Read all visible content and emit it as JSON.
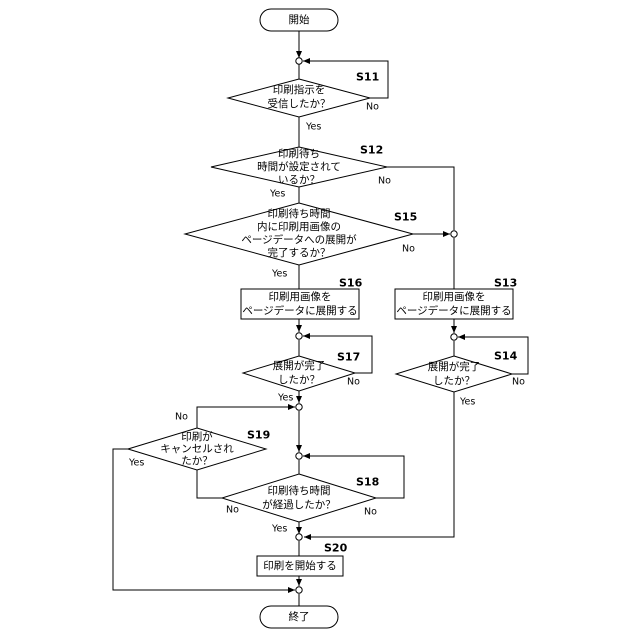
{
  "nodes": {
    "start": "開始",
    "end": "終了",
    "s11": [
      "印刷指示を",
      "受信したか？"
    ],
    "s12": [
      "印刷待ち",
      "時間が設定されて",
      "いるか？"
    ],
    "s15": [
      "印刷待ち時間",
      "内に印刷用画像の",
      "ページデータへの展開が",
      "完了するか？"
    ],
    "s16": [
      "印刷用画像を",
      "ページデータに展開する"
    ],
    "s13": [
      "印刷用画像を",
      "ページデータに展開する"
    ],
    "s17": [
      "展開が完了",
      "したか？"
    ],
    "s14": [
      "展開が完了",
      "したか？"
    ],
    "s19": [
      "印刷が",
      "キャンセルされ",
      "たか？"
    ],
    "s18": [
      "印刷待ち時間",
      "が経過したか？"
    ],
    "s20": "印刷を開始する"
  },
  "steps": {
    "s11": "S11",
    "s12": "S12",
    "s13": "S13",
    "s14": "S14",
    "s15": "S15",
    "s16": "S16",
    "s17": "S17",
    "s18": "S18",
    "s19": "S19",
    "s20": "S20"
  },
  "branches": {
    "yes": "Yes",
    "no": "No"
  }
}
